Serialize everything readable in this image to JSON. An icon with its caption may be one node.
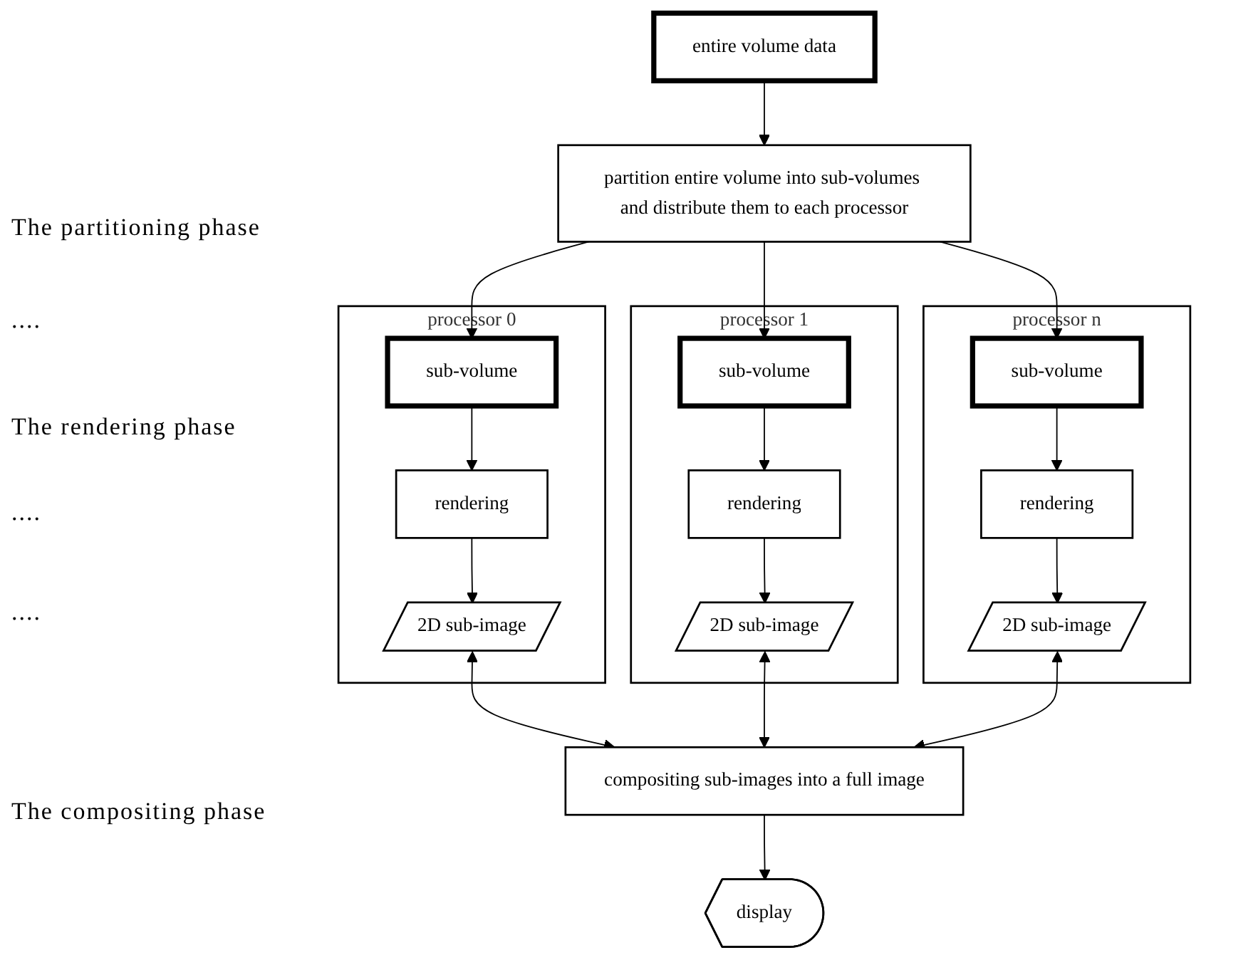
{
  "diagram": {
    "nodes": [
      {
        "text": [
          "entire volume data"
        ]
      },
      {
        "text": [
          "partition entire volume into sub-volumes and distribute them to each processor"
        ]
      },
      {
        "text": [
          "processor 0"
        ]
      },
      {
        "text": [
          "sub-volume"
        ],
        "in": 2
      },
      {
        "text": [
          "rendering"
        ],
        "in": 2
      },
      {
        "text": [
          "2D sub-image"
        ],
        "in": 2
      },
      {
        "text": [
          "processor 1"
        ]
      },
      {
        "text": [
          "sub-volume"
        ],
        "in": 6
      },
      {
        "text": [
          "rendering"
        ],
        "in": 6
      },
      {
        "text": [
          "2D sub-image"
        ],
        "in": 6
      },
      {
        "text": [
          "processor n"
        ]
      },
      {
        "text": [
          "sub-volume"
        ],
        "in": 10
      },
      {
        "text": [
          "rendering"
        ],
        "in": 10
      },
      {
        "text": [
          "2D sub-image"
        ],
        "in": 10
      },
      {
        "text": [
          "compositing sub-images into a full image"
        ]
      },
      {
        "text": [
          "display"
        ]
      }
    ],
    "edges": [
      {
        "from": 0,
        "to": 1,
        "arrow": "to"
      },
      {
        "from": 1,
        "to": 3,
        "arrow": "to"
      },
      {
        "from": 3,
        "to": 4,
        "arrow": "to"
      },
      {
        "from": 4,
        "to": 5,
        "arrow": "to"
      },
      {
        "from": 5,
        "to": 14,
        "arrow": "both"
      },
      {
        "from": 1,
        "to": 7,
        "arrow": "to"
      },
      {
        "from": 7,
        "to": 8,
        "arrow": "to"
      },
      {
        "from": 8,
        "to": 9,
        "arrow": "to"
      },
      {
        "from": 9,
        "to": 14,
        "arrow": "both"
      },
      {
        "from": 1,
        "to": 11,
        "arrow": "to"
      },
      {
        "from": 11,
        "to": 12,
        "arrow": "to"
      },
      {
        "from": 12,
        "to": 13,
        "arrow": "to"
      },
      {
        "from": 13,
        "to": 14,
        "arrow": "both"
      },
      {
        "from": 14,
        "to": 15,
        "arrow": "to"
      }
    ],
    "labels": [
      "The partitioning phase",
      "....",
      "The rendering phase",
      "....",
      "....",
      "The compositing phase"
    ]
  }
}
